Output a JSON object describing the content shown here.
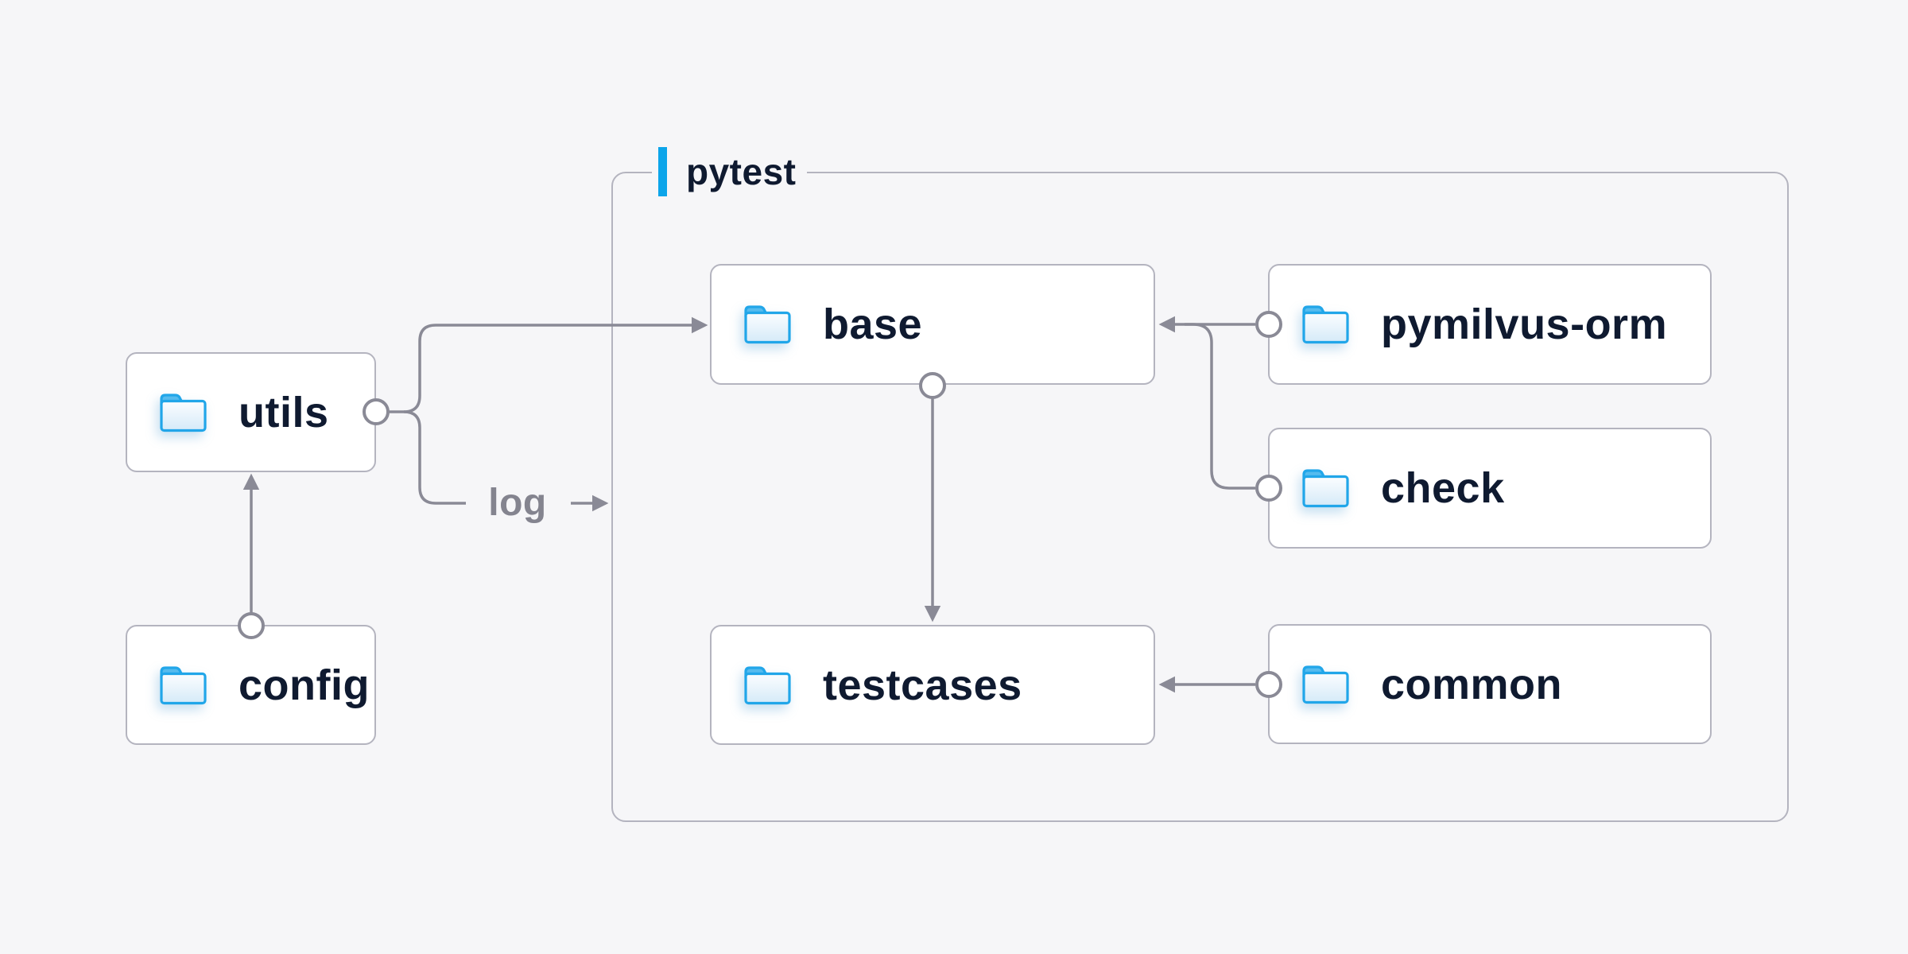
{
  "container": {
    "label": "pytest"
  },
  "nodes": {
    "utils": {
      "label": "utils",
      "icon": "folder-icon"
    },
    "config": {
      "label": "config",
      "icon": "folder-icon"
    },
    "base": {
      "label": "base",
      "icon": "folder-icon"
    },
    "pymilvus_orm": {
      "label": "pymilvus-orm",
      "icon": "folder-icon"
    },
    "check": {
      "label": "check",
      "icon": "folder-icon"
    },
    "testcases": {
      "label": "testcases",
      "icon": "folder-icon"
    },
    "common": {
      "label": "common",
      "icon": "folder-icon"
    }
  },
  "edges": [
    {
      "from": "config",
      "to": "utils"
    },
    {
      "from": "utils",
      "to": "base"
    },
    {
      "from": "utils",
      "to": "pytest",
      "label": "log"
    },
    {
      "from": "pymilvus-orm",
      "to": "base"
    },
    {
      "from": "check",
      "to": "base"
    },
    {
      "from": "base",
      "to": "testcases"
    },
    {
      "from": "common",
      "to": "testcases"
    }
  ],
  "colors": {
    "background": "#f6f6f8",
    "node_background": "#ffffff",
    "border": "#b4b4bf",
    "connector": "#8a8a96",
    "text": "#0f1a30",
    "edge_label": "#84848f",
    "accent_blue": "#0ca5ea",
    "folder_stroke": "#21a6e9",
    "folder_tab": "#55bbee"
  }
}
